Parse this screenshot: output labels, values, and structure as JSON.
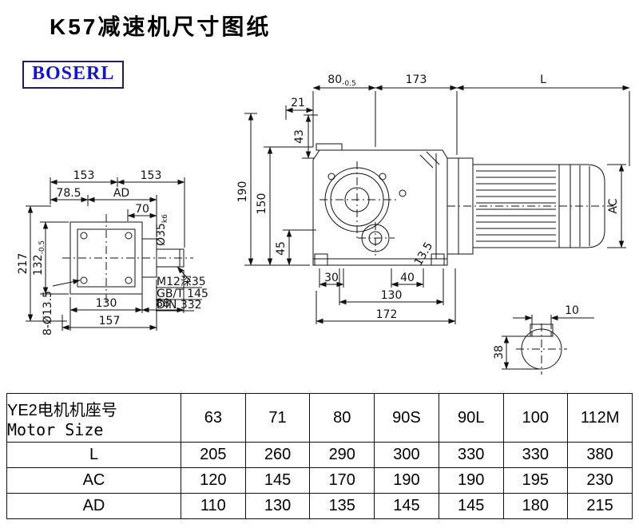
{
  "page": {
    "title": "K57减速机尺寸图纸",
    "logo_text": "BOSERL",
    "accent_blue": "#1414cf",
    "line_color": "#111111"
  },
  "left_view": {
    "dims": {
      "top1": "153",
      "top2": "153",
      "d78_5": "78.5",
      "ad": "AD",
      "d70": "70",
      "shaft_dia": {
        "value": "Ø35",
        "suffix": "k6"
      },
      "d217": "217",
      "d132": {
        "value": "132",
        "tol": "-0.5"
      },
      "holes": "8-Ø13.5",
      "d130": "130",
      "d88": "88",
      "d157": "157"
    },
    "notes": [
      "M12深35",
      "GB/T 145",
      "DIN 332"
    ]
  },
  "front_view": {
    "dims": {
      "d80": {
        "value": "80",
        "tol": "-0.5"
      },
      "d173": "173",
      "L": "L",
      "d21": "21",
      "d43": "43",
      "d190": "190",
      "d150": "150",
      "d45": "45",
      "ac": "AC",
      "d13_5": "13.5",
      "d30": "30",
      "d40": "40",
      "d130": "130",
      "d172": "172"
    }
  },
  "shaft_view": {
    "dims": {
      "d10": "10",
      "d38": "38"
    }
  },
  "table": {
    "header": {
      "label_cn": "YE2电机机座号",
      "label_en": "Motor Size",
      "sizes": [
        "63",
        "71",
        "80",
        "90S",
        "90L",
        "100",
        "112M"
      ]
    },
    "rows": [
      {
        "label": "L",
        "values": [
          "205",
          "260",
          "290",
          "300",
          "330",
          "330",
          "380"
        ]
      },
      {
        "label": "AC",
        "values": [
          "120",
          "145",
          "170",
          "190",
          "190",
          "195",
          "230"
        ]
      },
      {
        "label": "AD",
        "values": [
          "110",
          "130",
          "135",
          "145",
          "145",
          "180",
          "215"
        ]
      }
    ]
  }
}
